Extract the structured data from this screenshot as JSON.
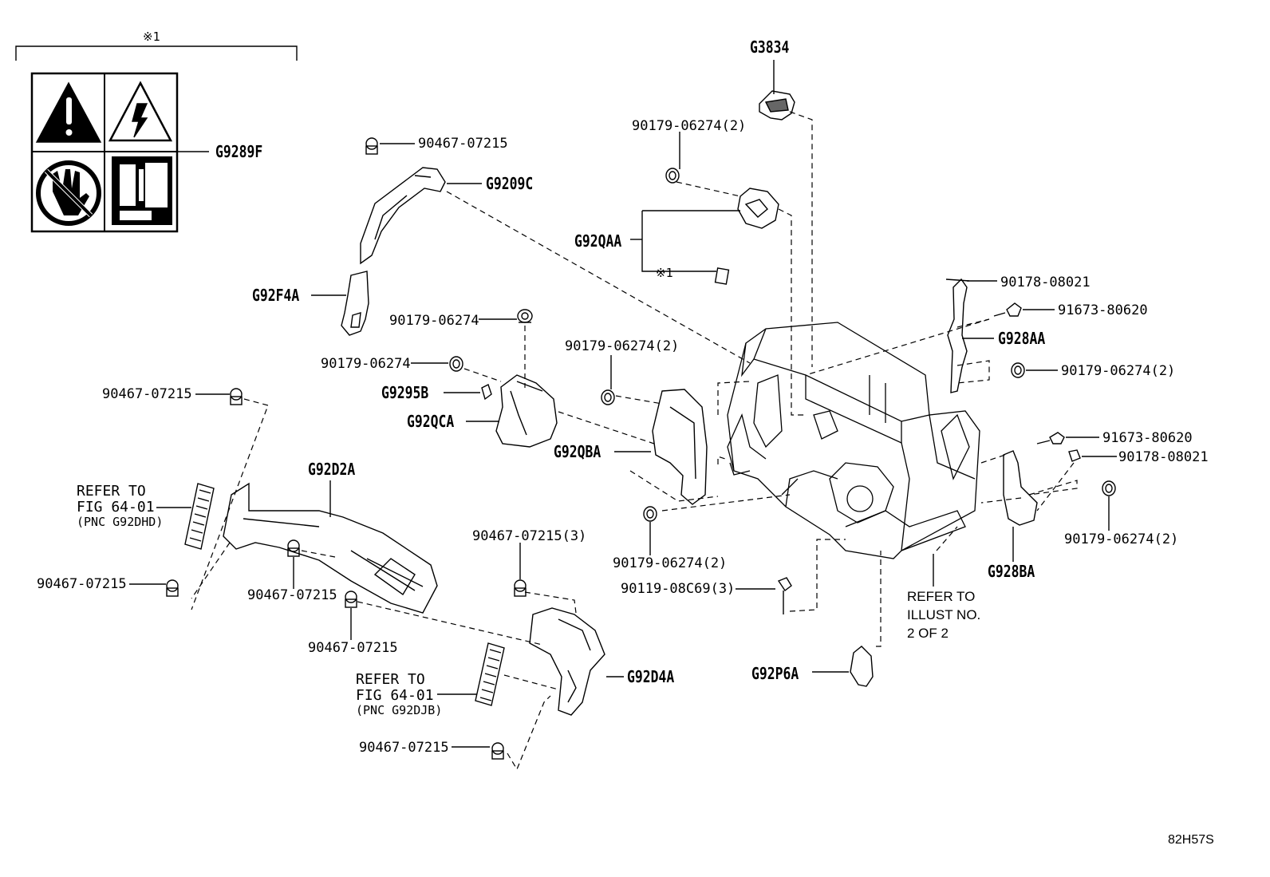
{
  "diagram_id": "82H57S",
  "labels": {
    "g3834": "G3834",
    "g9289f": "G9289F",
    "g9209c": "G9209C",
    "g92f4a": "G92F4A",
    "g92qaa": "G92QAA",
    "g928aa": "G928AA",
    "g9295b": "G9295B",
    "g92qca": "G92QCA",
    "g92qba": "G92QBA",
    "g92d2a": "G92D2A",
    "g928ba": "G928BA",
    "g92d4a": "G92D4A",
    "g92p6a": "G92P6A",
    "p90467_a": "90467-07215",
    "p90179_2_a": "90179-06274(2)",
    "p90178_a": "90178-08021",
    "p91673_a": "91673-80620",
    "p90179_2_b": "90179-06274(2)",
    "p90179_b": "90179-06274",
    "p90179_c": "90179-06274",
    "p90179_2_c": "90179-06274(2)",
    "p90467_b": "90467-07215",
    "p91673_b": "91673-80620",
    "p90178_b": "90178-08021",
    "p90179_2_d": "90179-06274(2)",
    "p90179_2_e": "90179-06274(2)",
    "p90119": "90119-08C69(3)",
    "p90467_3": "90467-07215(3)",
    "p90467_c": "90467-07215",
    "p90467_d": "90467-07215",
    "p90467_e": "90467-07215",
    "p90467_f": "90467-07215"
  },
  "notes": {
    "bracket_mark": "※1",
    "note_mark": "※1",
    "refer_fig_1": {
      "line1": "REFER TO",
      "line2": "FIG 64-01",
      "line3": "(PNC G92DHD)"
    },
    "refer_fig_2": {
      "line1": "REFER TO",
      "line2": "FIG 64-01",
      "line3": "(PNC G92DJB)"
    },
    "refer_illust": {
      "line1": "REFER TO",
      "line2": "ILLUST NO.",
      "line3": "2 OF 2"
    }
  },
  "warning_label_icons": [
    "warning-triangle-icon",
    "high-voltage-icon",
    "no-touch-icon",
    "battery-connector-icon"
  ]
}
